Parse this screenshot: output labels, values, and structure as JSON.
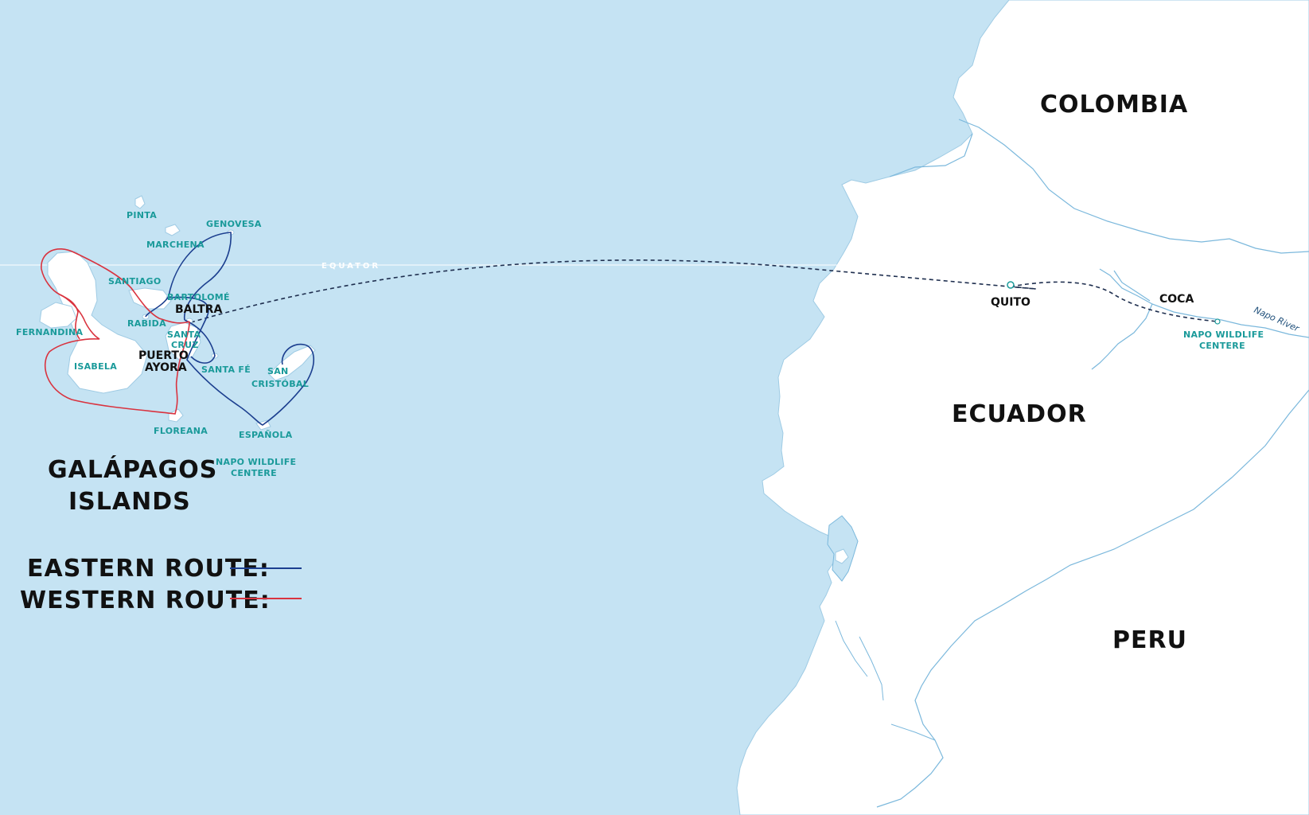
{
  "colors": {
    "ocean": "#c5e3f3",
    "land": "#ffffff",
    "eastern_route": "#1c3f8f",
    "western_route": "#d9333f",
    "island_label": "#1a9a9a",
    "river": "#7bb8dc"
  },
  "map": {
    "equator_label": "EQUATOR",
    "countries": {
      "colombia": "COLOMBIA",
      "ecuador": "ECUADOR",
      "peru": "PERU"
    },
    "mainland": {
      "quito": "QUITO",
      "coca": "COCA",
      "napo_line1": "NAPO WILDLIFE",
      "napo_line2": "CENTERE",
      "napo_river": "Napo River"
    },
    "islands": {
      "pinta": "PINTA",
      "marchena": "MARCHENA",
      "genovesa": "GENOVESA",
      "santiago": "SANTIAGO",
      "bartolome": "BARTOLOMÉ",
      "rabida": "RABIDA",
      "fernandina": "FERNANDINA",
      "isabela": "ISABELA",
      "santa_cruz_line1": "SANTA",
      "santa_cruz_line2": "CRUZ",
      "santa_fe": "SANTA FÉ",
      "san_cristobal_line1": "SAN",
      "san_cristobal_line2": "CRISTÓBAL",
      "floreana": "FLOREANA",
      "espanola": "ESPAÑOLA",
      "napo_line1": "NAPO WILDLIFE",
      "napo_line2": "CENTERE"
    },
    "towns": {
      "baltra": "BALTRA",
      "puerto_line1": "PUERTO",
      "puerto_line2": "AYORA"
    },
    "title": {
      "line1": "GALÁPAGOS",
      "line2": "ISLANDS"
    },
    "legend": {
      "eastern": "EASTERN ROUTE:",
      "western": "WESTERN ROUTE:"
    }
  }
}
